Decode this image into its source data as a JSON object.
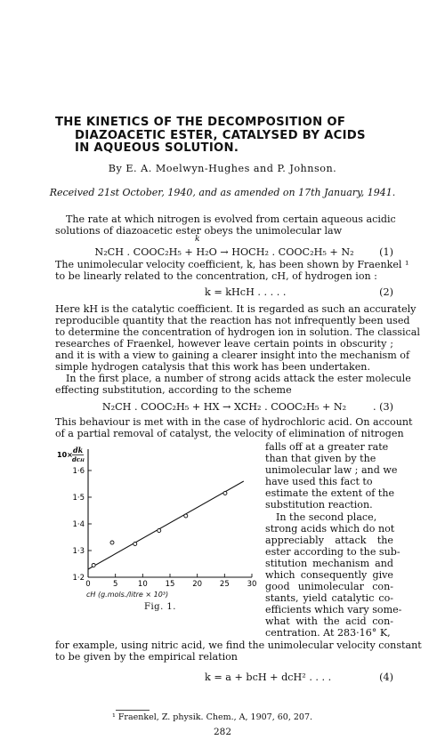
{
  "title_lines": [
    "THE KINETICS OF THE DECOMPOSITION OF",
    "DIAZOACETIC ESTER, CATALYSED BY ACIDS",
    "IN AQUEOUS SOLUTION."
  ],
  "authors": "By E. A. Moelwyn-Hughes and P. Johnson.",
  "received": "Received 21st October, 1940, and as amended on 17th January, 1941.",
  "para1": [
    "The rate at which nitrogen is evolved from certain aqueous acidic",
    "solutions of diazoacetic ester obeys the unimolecular law"
  ],
  "eq1": {
    "body": "N₂CH . COOC₂H₅ + H₂O → HOCH₂ . COOC₂H₅ + N₂",
    "arrow_label": "k",
    "number": "(1)"
  },
  "para2": [
    "The unimolecular velocity coefficient, k, has been shown by Fraenkel ¹",
    "to be linearly related to the concentration, cH, of hydrogen ion :"
  ],
  "eq2": {
    "body": "k = kHcH   .   .   .   .   .",
    "number": "(2)"
  },
  "para3": [
    "Here kH is the catalytic coefficient.  It is regarded as such an accurately",
    "reproducible quantity that the reaction has not infrequently been used",
    "to determine the concentration of hydrogen ion in solution.  The classical",
    "researches of Fraenkel, however leave certain points in obscurity ;",
    "and it is with a view to gaining a clearer insight into the mechanism of",
    "simple hydrogen catalysis that this work has been undertaken."
  ],
  "para4": [
    "In the first place, a number of strong acids attack the ester molecule",
    "effecting substitution, according to the scheme"
  ],
  "eq3": {
    "body": "N₂CH . COOC₂H₅ + HX → XCH₂ . COOC₂H₅ + N₂",
    "number": ".  (3)"
  },
  "para5": [
    "This behaviour is met with in the case of hydrochloric acid.  On account",
    "of a partial removal of catalyst, the velocity of elimination of nitrogen"
  ],
  "side_lines": [
    "falls off at a greater rate",
    "than that given by the",
    "unimolecular law ; and we",
    "have used this fact to",
    "estimate the extent of the",
    "substitution reaction.",
    "In the second place,",
    "strong acids which do not",
    "appreciably attack the",
    "ester according to the sub-",
    "stitution mechanism and",
    "which consequently give",
    "good unimolecular con-",
    "stants, yield catalytic co-",
    "efficients which vary some-",
    "what with the acid con-",
    "centration.  At 283·16° K,"
  ],
  "para6": [
    "for example, using nitric acid, we find the unimolecular velocity constant",
    "to be given by the empirical relation"
  ],
  "eq4": {
    "body": "k = a + bcH + dcH²   .   .   .   .",
    "number": "(4)"
  },
  "figure": {
    "caption": "Fig. 1.",
    "ylabel": "10 × dk/dcH",
    "xlabel": "cH (g.mols./litre × 10³)",
    "xticks": [
      "0",
      "5",
      "10",
      "15",
      "20",
      "25",
      "30"
    ],
    "yticks": [
      "1·2",
      "1·3",
      "1·4",
      "1·5",
      "1·6"
    ]
  },
  "chart_data": {
    "type": "scatter",
    "xlabel": "cH (g.mols./litre × 10³)",
    "ylabel": "10 × dk/dcH",
    "xlim": [
      0,
      30
    ],
    "ylim": [
      1.2,
      1.68
    ],
    "xticks": [
      0,
      5,
      10,
      15,
      20,
      25,
      30
    ],
    "yticks": [
      1.2,
      1.3,
      1.4,
      1.5,
      1.6
    ],
    "grid": false,
    "points": {
      "x": [
        1,
        4.4,
        8.6,
        13,
        17.9,
        25.1
      ],
      "y": [
        1.245,
        1.33,
        1.325,
        1.375,
        1.43,
        1.515
      ]
    },
    "fit_line": {
      "x": [
        0,
        28.5
      ],
      "y": [
        1.23,
        1.56
      ]
    }
  },
  "footnote": "¹ Fraenkel, Z. physik. Chem., A, 1907, 60, 207.",
  "page_number": "282"
}
